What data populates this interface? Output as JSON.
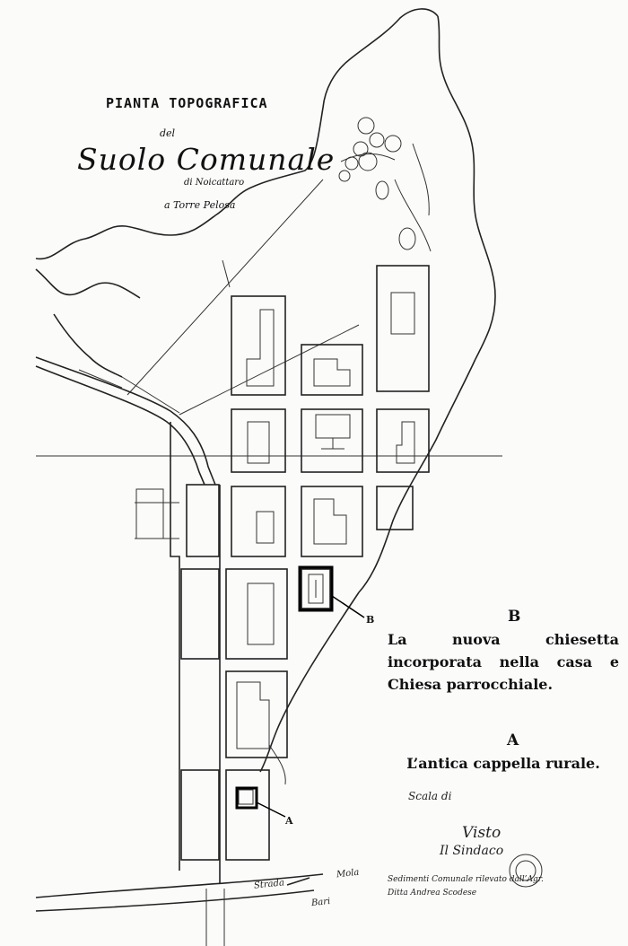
{
  "map": {
    "title": "PIANTA TOPOGRAFICA",
    "title_sub": "del",
    "title_script": "Suolo Comunale",
    "title_small_1": "di Noicattaro",
    "title_small_2": "a Torre Pelosa"
  },
  "captions": {
    "b_letter": "B",
    "b_text": "La nuova chiesetta incorporata nella casa e Chiesa parrocchiale.",
    "a_letter": "A",
    "a_text": "L’antica cappella rurale."
  },
  "markers": {
    "b": "B",
    "a": "A"
  },
  "annotations": {
    "scale": "Scala di",
    "visto": "Visto",
    "signature": "Il Sindaco",
    "note_1": "Sedimenti Comunale rilevato dall’Agr.",
    "note_2": "Ditta Andrea Scodese",
    "street_1": "Strada",
    "street_2": "Bari",
    "street_3": "Mola"
  },
  "colors": {
    "ink": "#222222",
    "paper": "#fbfbfa"
  }
}
